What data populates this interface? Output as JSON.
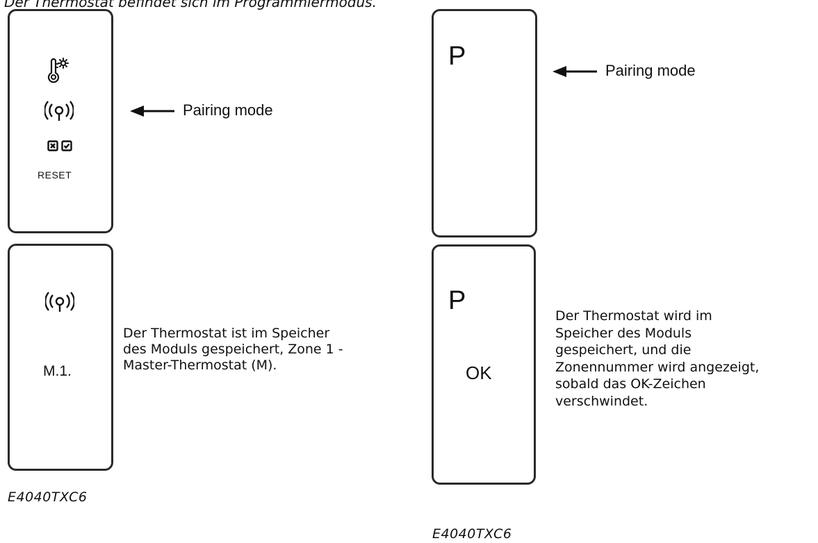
{
  "caption": "Der Thermostat befindet sich im Programmiermodus.",
  "left": {
    "top_panel": {
      "icons": [
        "thermometer-settings-icon",
        "wireless-signal-icon",
        "cancel-box-icon",
        "confirm-box-icon"
      ],
      "reset_label": "RESET",
      "pointer_label": "Pairing mode"
    },
    "bottom_panel": {
      "icons": [
        "wireless-signal-icon"
      ],
      "code": "M.1.",
      "description": "Der Thermostat ist im Speicher\ndes Moduls gespeichert, Zone 1 -\nMaster-Thermostat (M)."
    },
    "model": "E4040TXC6"
  },
  "right": {
    "top_panel": {
      "letter": "P",
      "pointer_label": "Pairing mode"
    },
    "bottom_panel": {
      "letter": "P",
      "ok": "OK",
      "description": "Der Thermostat wird im\nSpeicher des Moduls\ngespeichert, und die\nZonennummer wird angezeigt,\nsobald das OK-Zeichen\nverschwindet."
    },
    "model": "E4040TXC6"
  }
}
